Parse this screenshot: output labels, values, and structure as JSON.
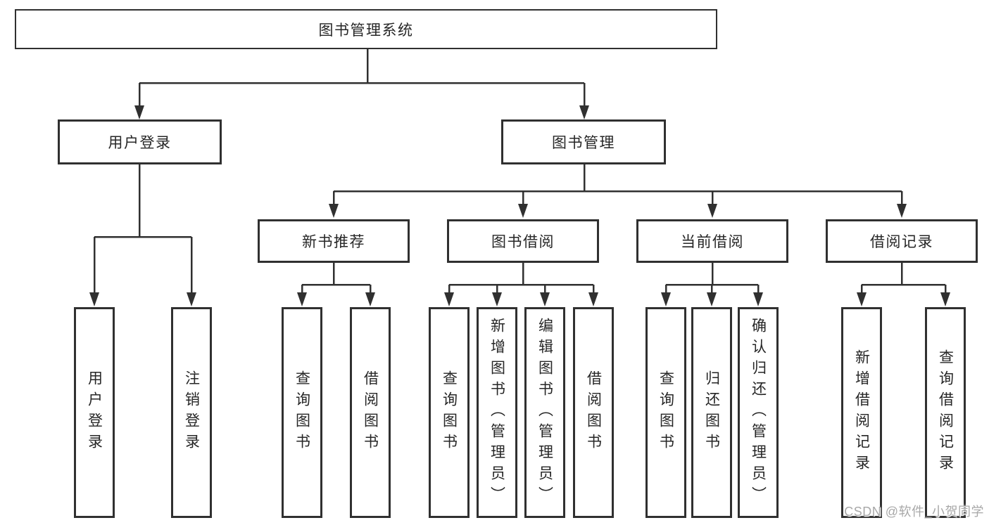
{
  "diagram_title": "图书管理系统",
  "nodes": {
    "root": "图书管理系统",
    "user_login": "用户登录",
    "book_management": "图书管理",
    "new_book_recommend": "新书推荐",
    "book_borrow": "图书借阅",
    "current_borrow": "当前借阅",
    "borrow_records": "借阅记录",
    "leaf_user_login": "用户登录",
    "leaf_logout": "注销登录",
    "leaf_rec_query_books": "查询图书",
    "leaf_rec_borrow_books": "借阅图书",
    "leaf_bb_query_books": "查询图书",
    "leaf_bb_add_books": "新增图书（管理员）",
    "leaf_bb_edit_books": "编辑图书（管理员）",
    "leaf_bb_borrow_books": "借阅图书",
    "leaf_cb_query_books": "查询图书",
    "leaf_cb_return_books": "归还图书",
    "leaf_cb_confirm_return": "确认归还（管理员）",
    "leaf_br_add_record": "新增借阅记录",
    "leaf_br_query_record": "查询借阅记录"
  },
  "watermark": "CSDN @软件_小贺同学",
  "colors": {
    "line": "#303030",
    "box_border": "#303030",
    "text": "#262626",
    "background": "#ffffff",
    "watermark": "#a8a8a8"
  }
}
